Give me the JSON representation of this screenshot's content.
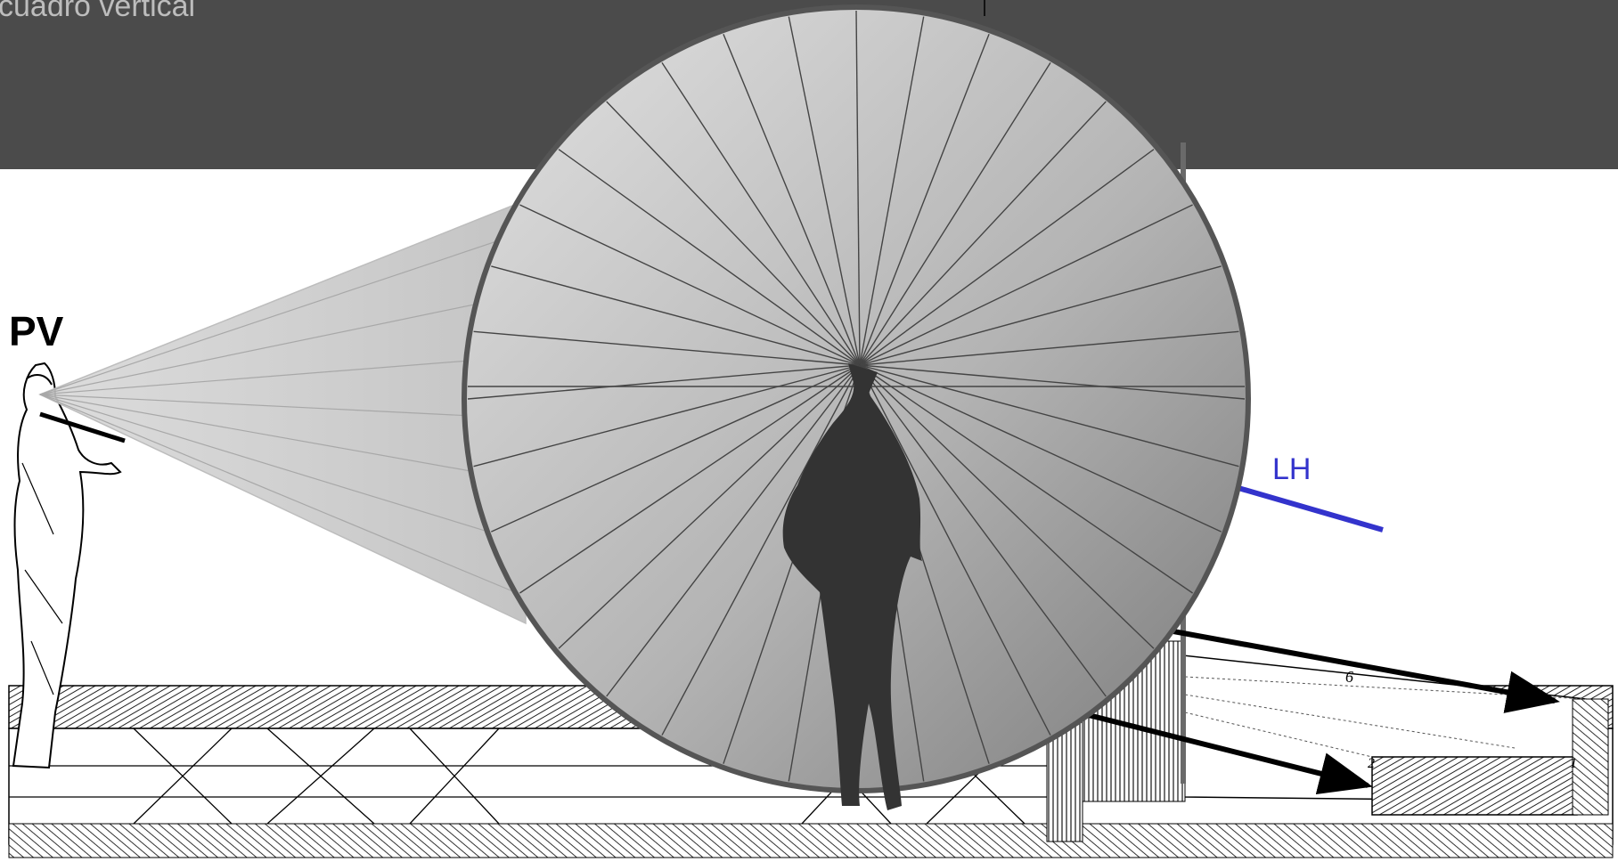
{
  "caption": "cuadro vertical",
  "labels": {
    "viewpoint": "PV",
    "horizon_line": "LH"
  },
  "colors": {
    "band": "#4b4b4b",
    "horizon": "#3333cc",
    "silhouette": "#333333",
    "ink": "#000000"
  },
  "floor_numbers": [
    "6",
    "2",
    "1"
  ]
}
